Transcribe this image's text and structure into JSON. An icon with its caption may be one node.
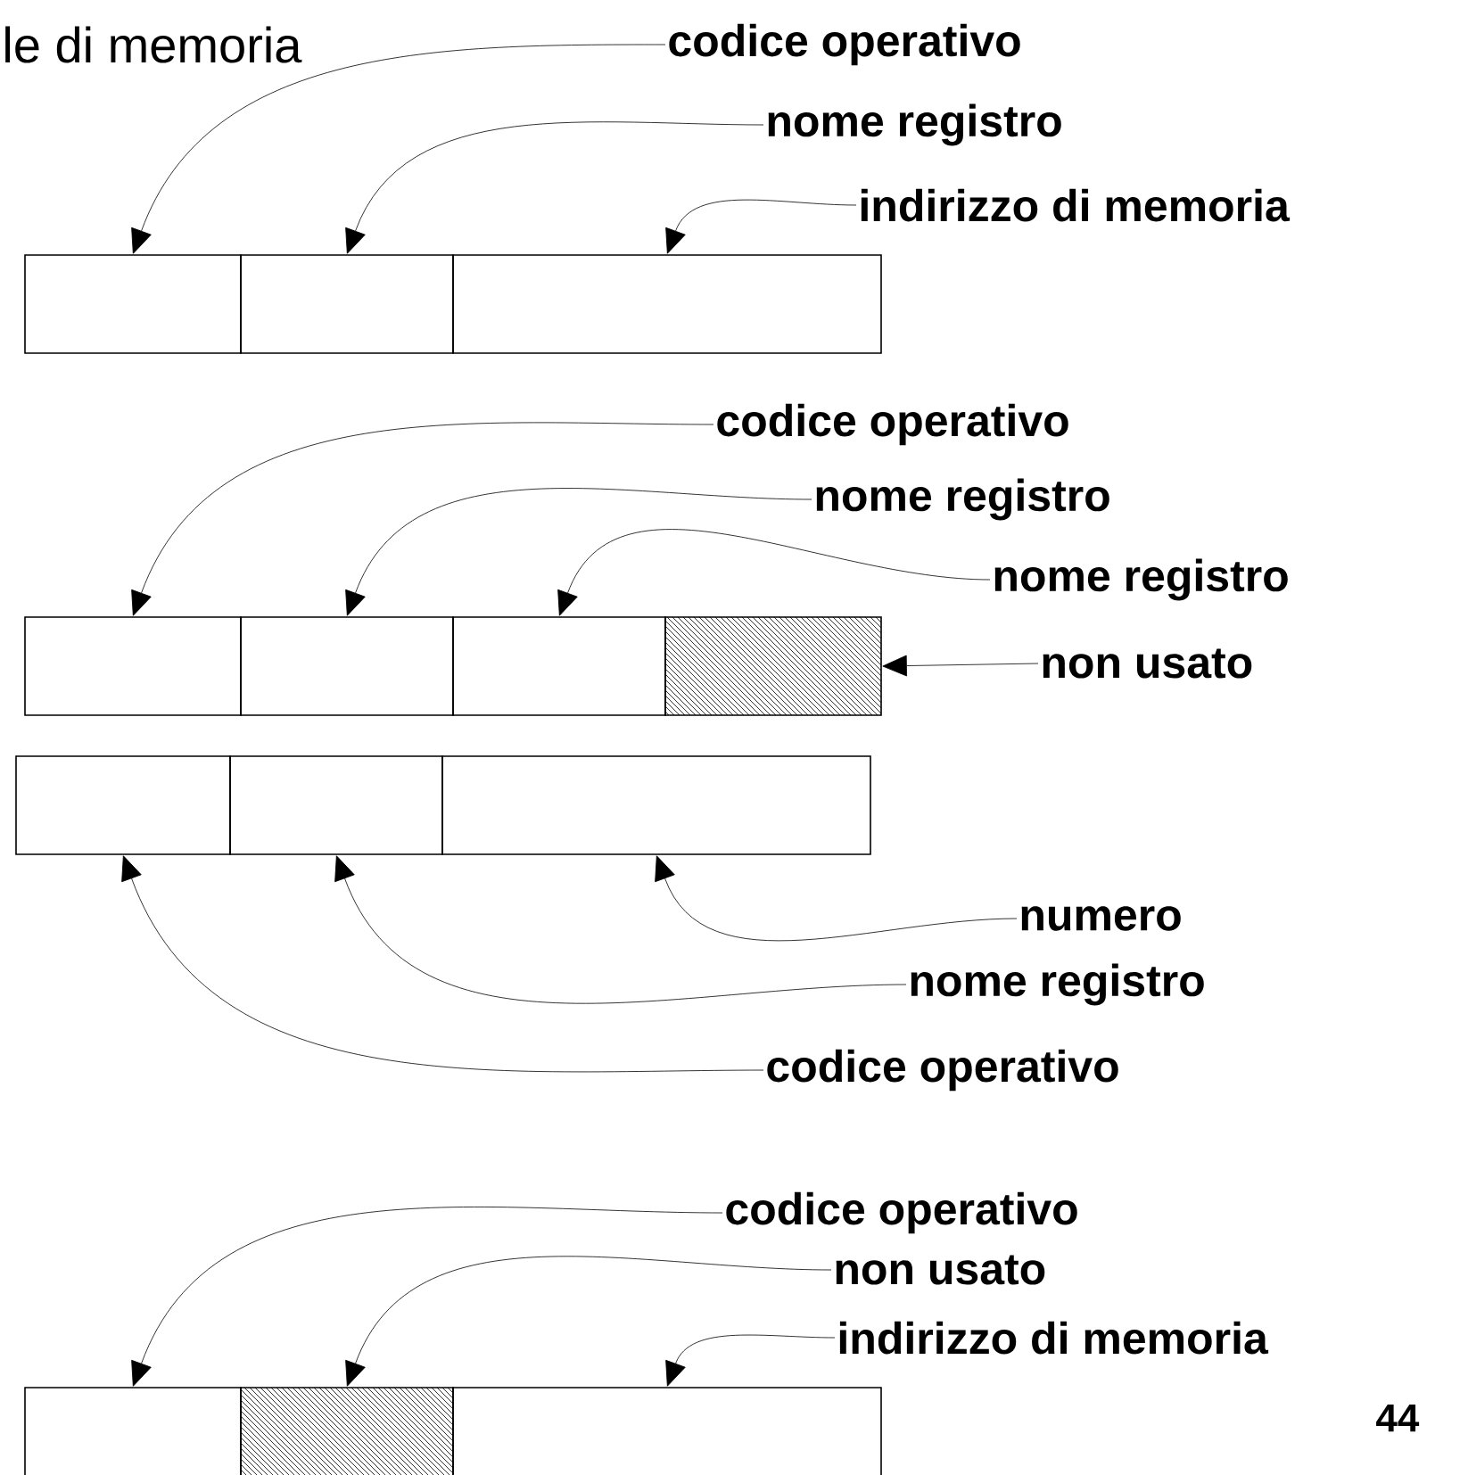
{
  "diagram": {
    "nodes": [
      {
        "text": [
          "codice operativo"
        ]
      },
      {
        "text": [
          "nome registro"
        ]
      },
      {
        "text": [
          "indirizzo di memoria"
        ]
      },
      {
        "text": [],
        "shape": "box"
      },
      {
        "text": [],
        "shape": "box"
      },
      {
        "text": [],
        "shape": "box"
      },
      {
        "text": [
          "codice operativo"
        ]
      },
      {
        "text": [
          "nome registro"
        ]
      },
      {
        "text": [
          "nome registro"
        ]
      },
      {
        "text": [
          "non usato"
        ]
      },
      {
        "text": [],
        "shape": "box"
      },
      {
        "text": [],
        "shape": "box"
      },
      {
        "text": [],
        "shape": "box"
      },
      {
        "text": [],
        "shape": "hatched"
      },
      {
        "text": [],
        "shape": "box"
      },
      {
        "text": [],
        "shape": "box"
      },
      {
        "text": [],
        "shape": "box"
      },
      {
        "text": [
          "numero"
        ]
      },
      {
        "text": [
          "nome registro"
        ]
      },
      {
        "text": [
          "codice operativo"
        ]
      },
      {
        "text": [
          "codice operativo"
        ]
      },
      {
        "text": [
          "non usato"
        ]
      },
      {
        "text": [
          "indirizzo di memoria"
        ]
      },
      {
        "text": [],
        "shape": "box"
      },
      {
        "text": [],
        "shape": "hatched"
      },
      {
        "text": [],
        "shape": "box"
      }
    ],
    "edges": [
      {
        "from": 0,
        "to": 3,
        "arrow": "to"
      },
      {
        "from": 1,
        "to": 4,
        "arrow": "to"
      },
      {
        "from": 2,
        "to": 5,
        "arrow": "to"
      },
      {
        "from": 6,
        "to": 10,
        "arrow": "to"
      },
      {
        "from": 7,
        "to": 11,
        "arrow": "to"
      },
      {
        "from": 8,
        "to": 12,
        "arrow": "to"
      },
      {
        "from": 9,
        "to": 13,
        "arrow": "to"
      },
      {
        "from": 17,
        "to": 16,
        "arrow": "to"
      },
      {
        "from": 18,
        "to": 15,
        "arrow": "to"
      },
      {
        "from": 19,
        "to": 14,
        "arrow": "to"
      },
      {
        "from": 20,
        "to": 23,
        "arrow": "to"
      },
      {
        "from": 21,
        "to": 24,
        "arrow": "to"
      },
      {
        "from": 22,
        "to": 25,
        "arrow": "to"
      }
    ],
    "labels": [
      "le di memoria",
      "44"
    ]
  }
}
